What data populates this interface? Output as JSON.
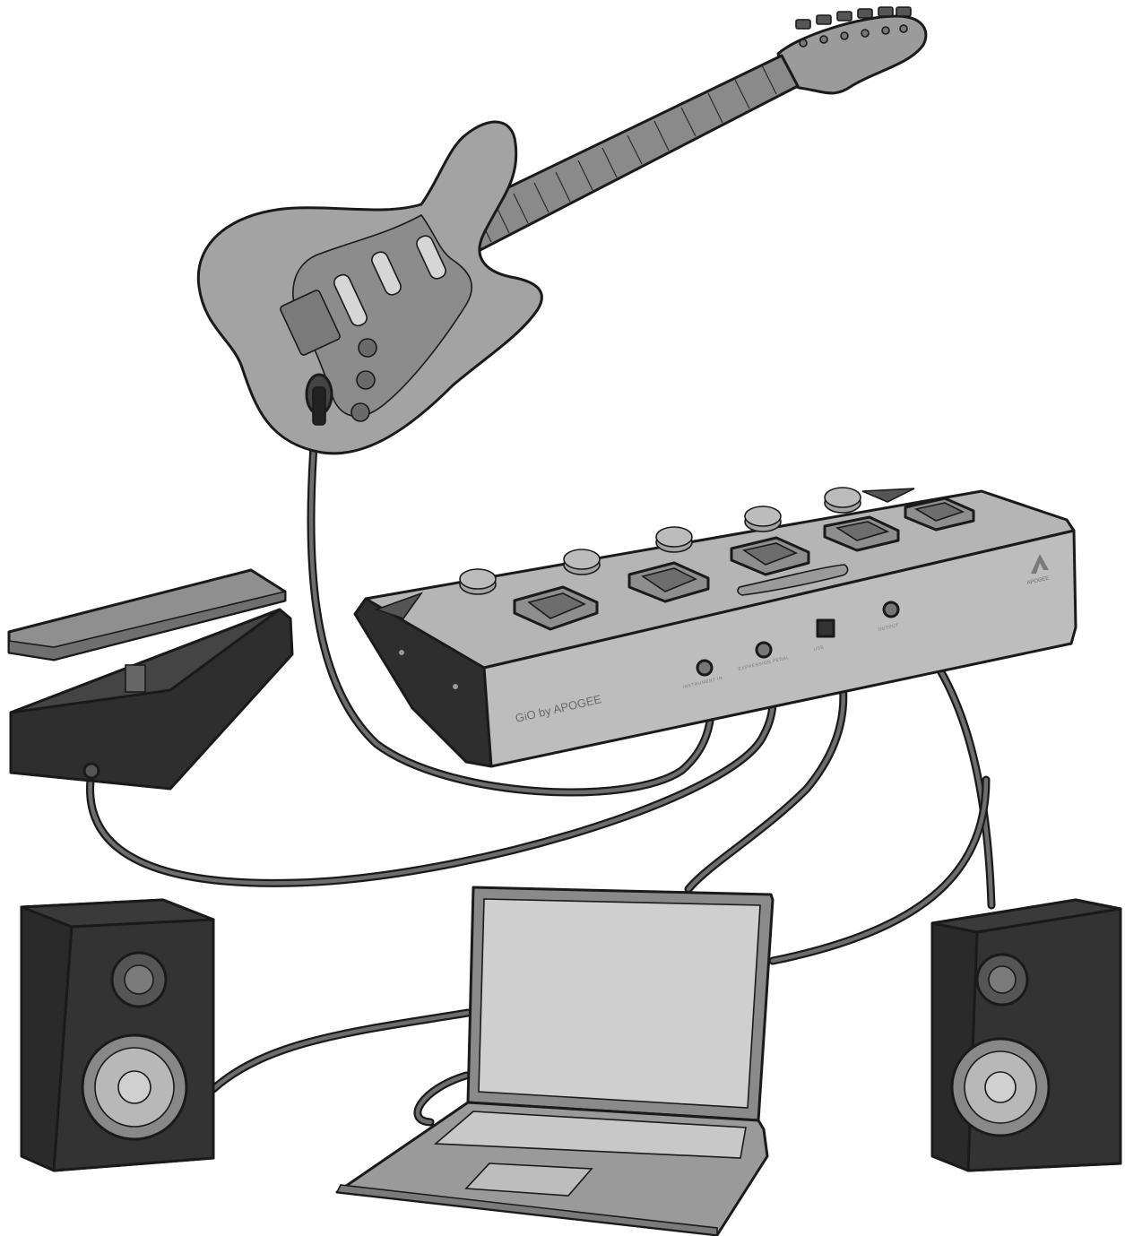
{
  "device": {
    "brand_text": "GiO by APOGEE",
    "logo_text": "APOGEE",
    "jack_labels": [
      "INSTRUMENT IN",
      "EXPRESSION PEDAL",
      "USB",
      "OUTPUT"
    ]
  },
  "icons": [
    "guitar-icon",
    "expression-pedal-icon",
    "gio-controller-icon",
    "laptop-icon",
    "speaker-icon"
  ],
  "colors": {
    "outline": "#1a1a1a",
    "guitar_body": "#9b9b9b",
    "device_body": "#b8b8b8",
    "speaker_cabinet": "#3a3a3a",
    "screen": "#cfcfcf"
  }
}
